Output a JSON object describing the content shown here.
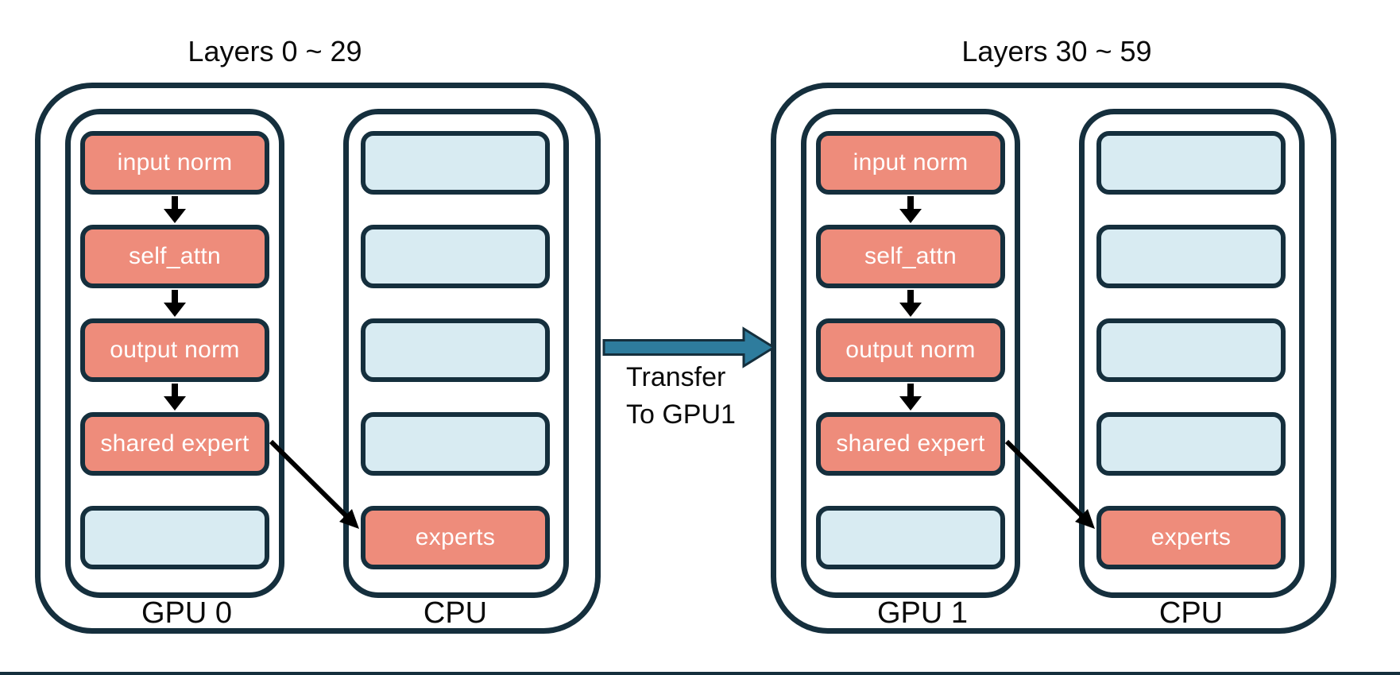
{
  "diagram": {
    "groups": [
      {
        "title": "Layers 0 ~ 29",
        "gpu": {
          "label": "GPU 0",
          "boxes": [
            {
              "label": "input norm",
              "type": "active"
            },
            {
              "label": "self_attn",
              "type": "active"
            },
            {
              "label": "output norm",
              "type": "active"
            },
            {
              "label": "shared expert",
              "type": "active"
            },
            {
              "label": "",
              "type": "empty"
            }
          ]
        },
        "cpu": {
          "label": "CPU",
          "boxes": [
            {
              "label": "",
              "type": "empty"
            },
            {
              "label": "",
              "type": "empty"
            },
            {
              "label": "",
              "type": "empty"
            },
            {
              "label": "",
              "type": "empty"
            },
            {
              "label": "experts",
              "type": "active"
            }
          ]
        }
      },
      {
        "title": "Layers 30 ~ 59",
        "gpu": {
          "label": "GPU 1",
          "boxes": [
            {
              "label": "input norm",
              "type": "active"
            },
            {
              "label": "self_attn",
              "type": "active"
            },
            {
              "label": "output norm",
              "type": "active"
            },
            {
              "label": "shared expert",
              "type": "active"
            },
            {
              "label": "",
              "type": "empty"
            }
          ]
        },
        "cpu": {
          "label": "CPU",
          "boxes": [
            {
              "label": "",
              "type": "empty"
            },
            {
              "label": "",
              "type": "empty"
            },
            {
              "label": "",
              "type": "empty"
            },
            {
              "label": "",
              "type": "empty"
            },
            {
              "label": "experts",
              "type": "active"
            }
          ]
        }
      }
    ],
    "transfer": {
      "line1": "Transfer",
      "line2": "To GPU1"
    },
    "colors": {
      "outline_navy": "#152F3D",
      "module_salmon": "#EE8C7B",
      "slot_light_blue": "#D8EBF2",
      "transfer_arrow_teal": "#2E7C9D",
      "flow_arrow_black": "#000000",
      "box_text": "#FFFFFF",
      "label_text": "#0A0A0A"
    }
  }
}
